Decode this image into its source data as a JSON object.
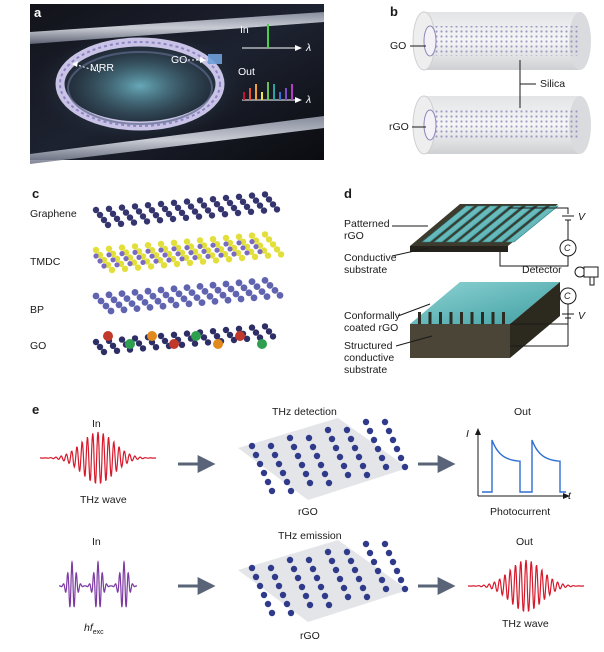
{
  "figure": {
    "panel_a": {
      "label": "a",
      "mrr": "MRR",
      "go": "GO",
      "in": "In",
      "out": "Out",
      "lambda_in": "λ",
      "lambda_out": "λ",
      "spectrum_colors": [
        "#c8102e",
        "#e4572e",
        "#f2a23a",
        "#f7e04b",
        "#6bbf59",
        "#2ba3a3",
        "#3c6fd6",
        "#7b4fc7",
        "#b23cc2"
      ],
      "in_line_color": "#4cd04c"
    },
    "panel_b": {
      "label": "b",
      "go": "GO",
      "rgo": "rGO",
      "silica": "Silica"
    },
    "panel_c": {
      "label": "c",
      "layers": [
        "Graphene",
        "TMDC",
        "BP",
        "GO"
      ]
    },
    "panel_d": {
      "label": "d",
      "patterned_rgo": "Patterned rGO",
      "conductive_substrate": "Conductive substrate",
      "detector": "Detector",
      "conformally_coated": "Conformally coated rGO",
      "structured_substrate": "Structured conductive substrate",
      "v_top": "V",
      "v_bottom": "V",
      "c_top": "C",
      "c_bottom": "C"
    },
    "panel_e": {
      "label": "e",
      "row1": {
        "in": "In",
        "thz_wave": "THz wave",
        "mid_title": "THz detection",
        "rgo": "rGO",
        "out": "Out",
        "y_axis": "I",
        "x_axis": "t",
        "photocurrent": "Photocurrent"
      },
      "row2": {
        "in": "In",
        "hf": "hf",
        "hf_sub": "exc",
        "mid_title": "THz emission",
        "rgo": "rGO",
        "out": "Out",
        "thz_wave": "THz wave"
      }
    }
  }
}
